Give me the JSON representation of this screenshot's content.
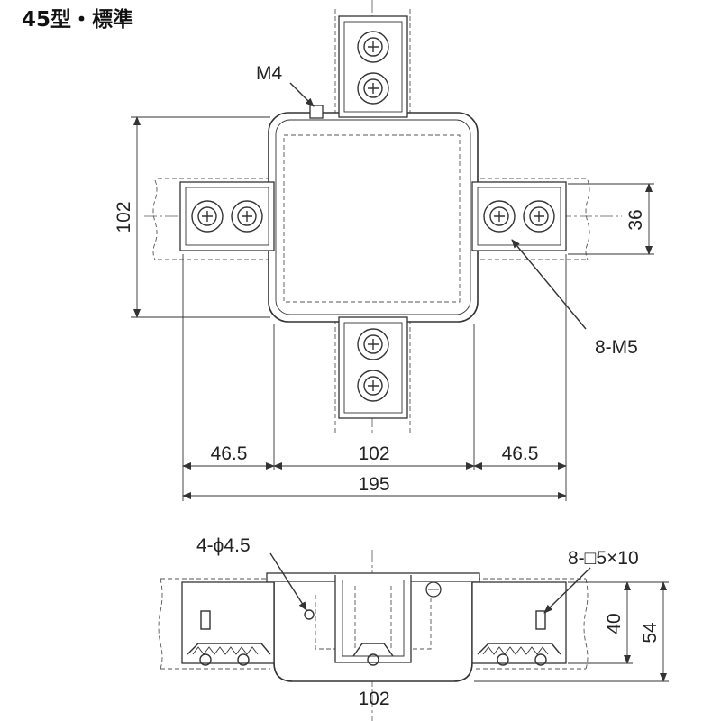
{
  "title": "45型・標準",
  "labels": {
    "m4": "M4",
    "m5": "8-M5",
    "hole": "4-ϕ4.5",
    "slot": "8-□5×10"
  },
  "dimensions": {
    "height_top": "102",
    "clamp_36": "36",
    "left_465": "46.5",
    "center_102": "102",
    "right_465": "46.5",
    "total_195": "195",
    "bottom_width": "102",
    "side_40": "40",
    "side_54": "54"
  }
}
